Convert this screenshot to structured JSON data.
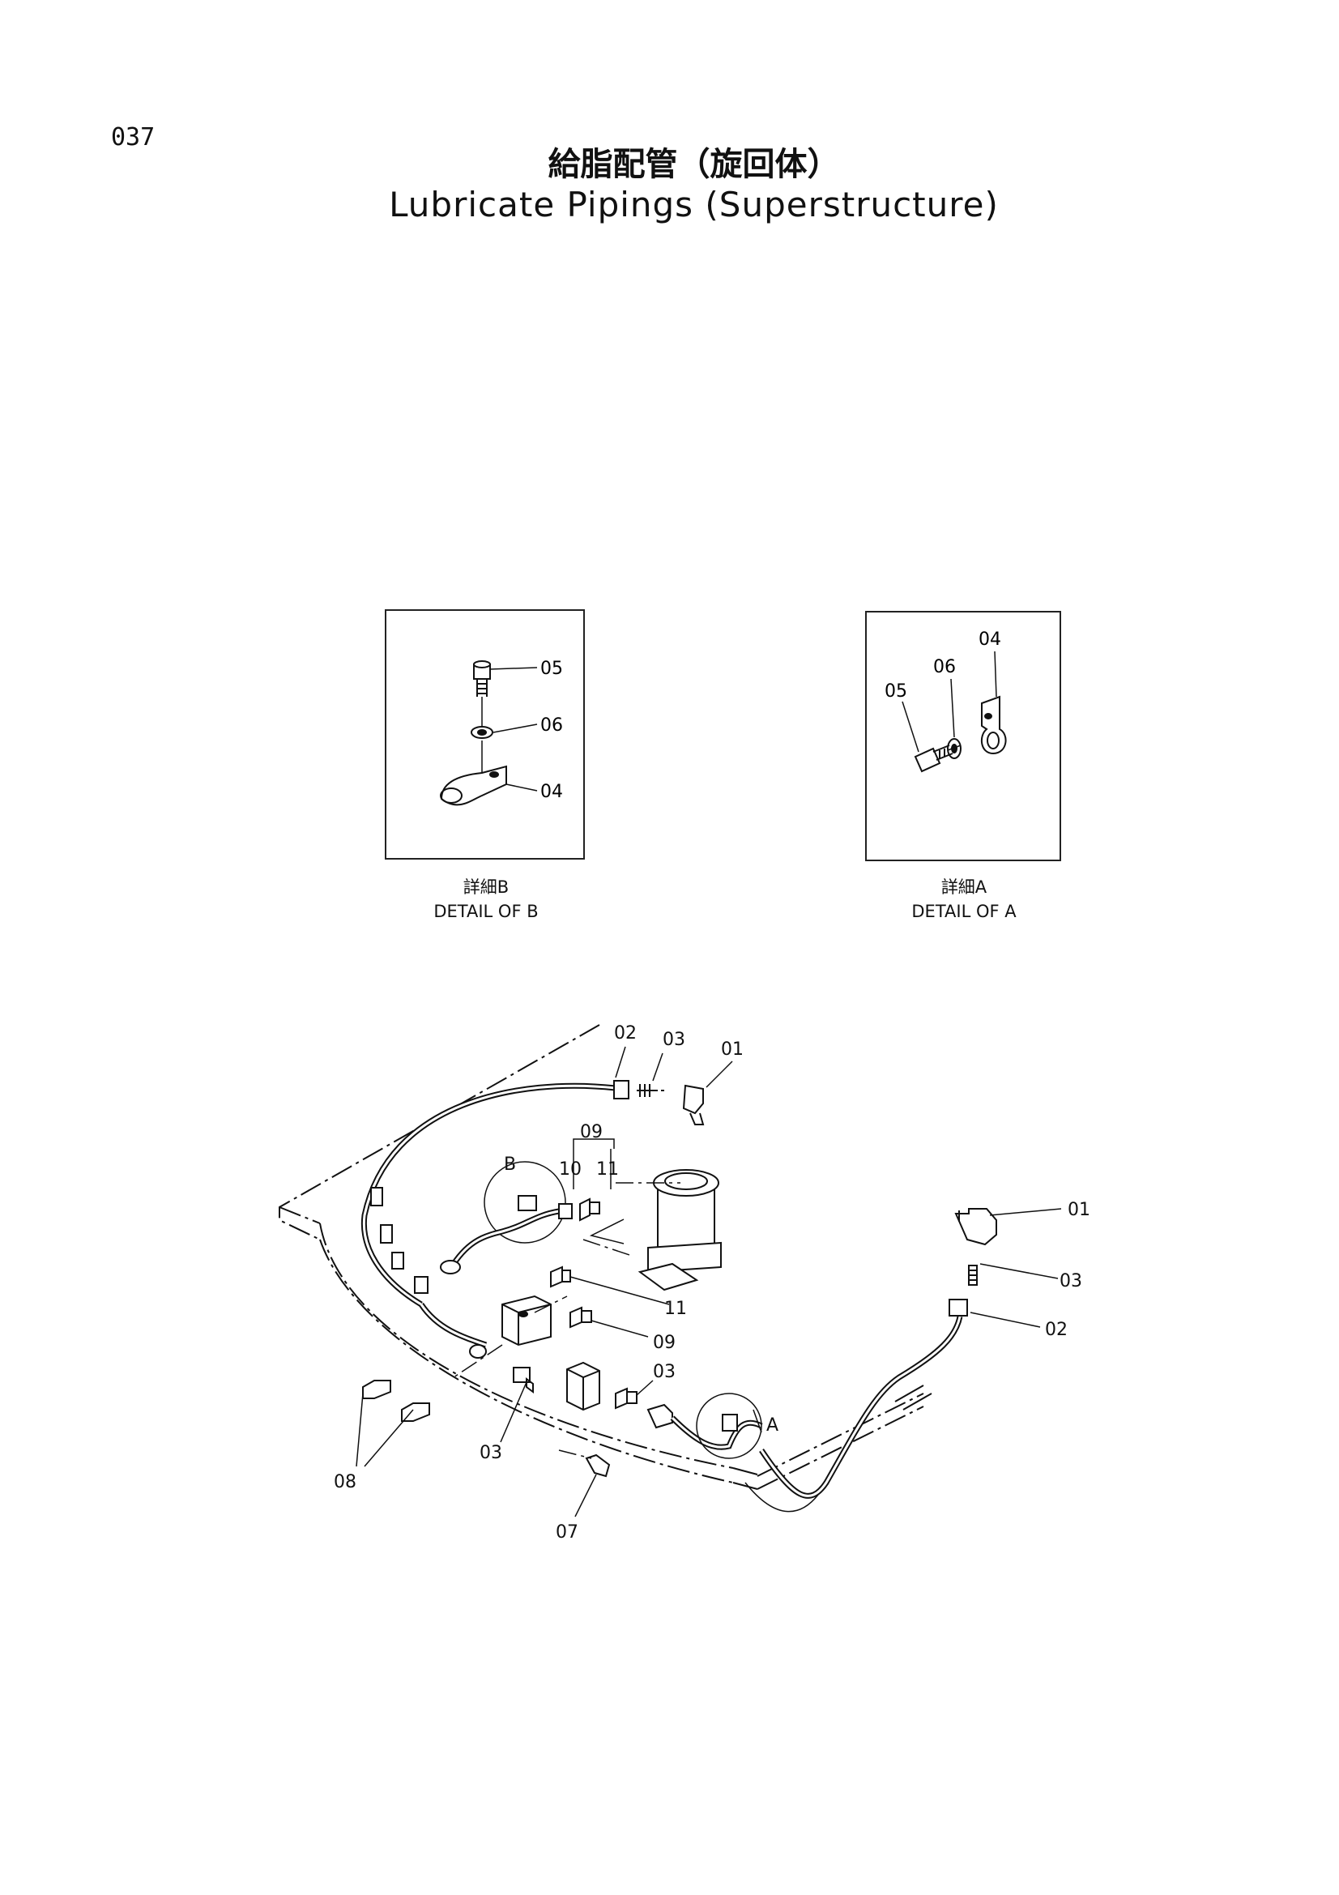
{
  "page_number": "037",
  "title_jp": "給脂配管（旋回体）",
  "title_en": "Lubricate Pipings (Superstructure)",
  "detail_b": {
    "caption_jp": "詳細B",
    "caption_en": "DETAIL OF B",
    "labels": [
      "05",
      "06",
      "04"
    ]
  },
  "detail_a": {
    "caption_jp": "詳細A",
    "caption_en": "DETAIL OF A",
    "labels": [
      "04",
      "06",
      "05"
    ]
  },
  "main": {
    "callouts": {
      "c02_top": "02",
      "c03_top": "03",
      "c01_top": "01",
      "c09_top": "09",
      "c10": "10",
      "c11_top": "11",
      "cB": "B",
      "c01_right": "01",
      "c03_right": "03",
      "c02_right": "02",
      "c11_mid": "11",
      "c09_mid": "09",
      "c03_mid": "03",
      "cA": "A",
      "c03_low": "03",
      "c08": "08",
      "c07": "07"
    }
  }
}
